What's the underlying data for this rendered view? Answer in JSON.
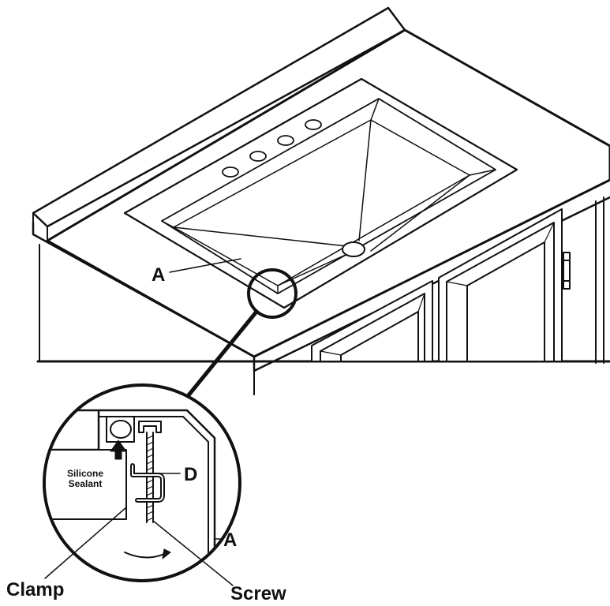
{
  "labels": {
    "top_a": "A",
    "detail_d": "D",
    "detail_a": "A",
    "sealant_line1": "Silicone",
    "sealant_line2": "Sealant",
    "clamp": "Clamp",
    "screw": "Screw"
  }
}
